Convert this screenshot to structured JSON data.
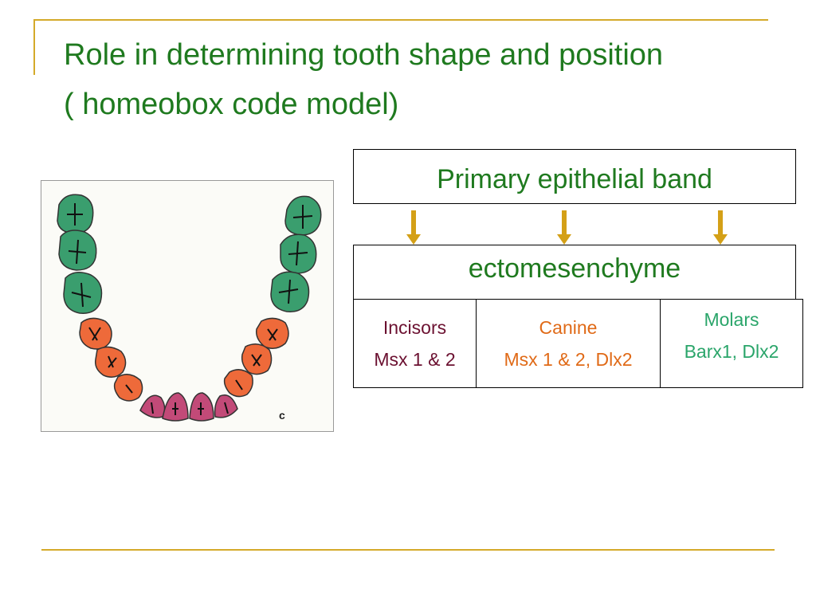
{
  "slide": {
    "title_line1": "Role in determining tooth shape and position",
    "title_line2": "( homeobox code model)"
  },
  "diagram": {
    "band_label": "Primary epithelial band",
    "ecto_label": "ectomesenchyme",
    "groups": [
      {
        "name": "Incisors",
        "genes": "Msx 1 & 2",
        "color": "#6b1030"
      },
      {
        "name": "Canine",
        "genes": "Msx 1 & 2, Dlx2",
        "color": "#e06a17"
      },
      {
        "name": "Molars",
        "genes": "Barx1, Dlx2",
        "color": "#2aa56a"
      }
    ],
    "arrow_color": "#d4a017"
  },
  "figure": {
    "corner_label": "c",
    "tooth_colors": {
      "molar": "#3a9e6e",
      "premolar_canine": "#ee6a3a",
      "incisor": "#c24a78"
    }
  }
}
